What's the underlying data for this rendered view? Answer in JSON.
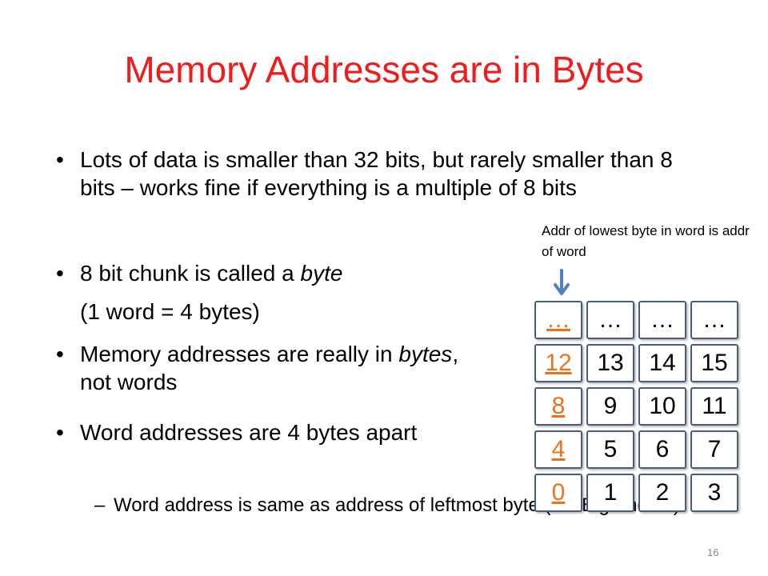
{
  "slide": {
    "title": "Memory Addresses are in Bytes",
    "page_number": "16",
    "bullet_marker": "•",
    "dash_marker": "–"
  },
  "bullets": {
    "b1": "Lots of data is smaller than 32 bits, but rarely smaller than 8 bits – works fine if everything is a multiple of 8 bits",
    "b2_pre": "8 bit chunk is called a ",
    "b2_em": "byte",
    "b2_line2": "(1 word = 4 bytes)",
    "b3_pre": "Memory addresses are really in ",
    "b3_em": "bytes",
    "b3_post": ", not words",
    "b4": "Word addresses are 4 bytes apart",
    "sub": "Word address is same as address of leftmost byte (i.e. Big-endian)"
  },
  "note": "Addr of lowest byte in word is addr of word",
  "memory_grid": {
    "rows": [
      [
        "…",
        "…",
        "…",
        "…"
      ],
      [
        "12",
        "13",
        "14",
        "15"
      ],
      [
        "8",
        "9",
        "10",
        "11"
      ],
      [
        "4",
        "5",
        "6",
        "7"
      ],
      [
        "0",
        "1",
        "2",
        "3"
      ]
    ]
  },
  "colors": {
    "title": "#ee1c1c",
    "address_cell": "#e8731c",
    "arrow": "#4f81bd",
    "cell_border": "#4a5c78"
  },
  "icons": {
    "arrow": "down-arrow-icon"
  }
}
